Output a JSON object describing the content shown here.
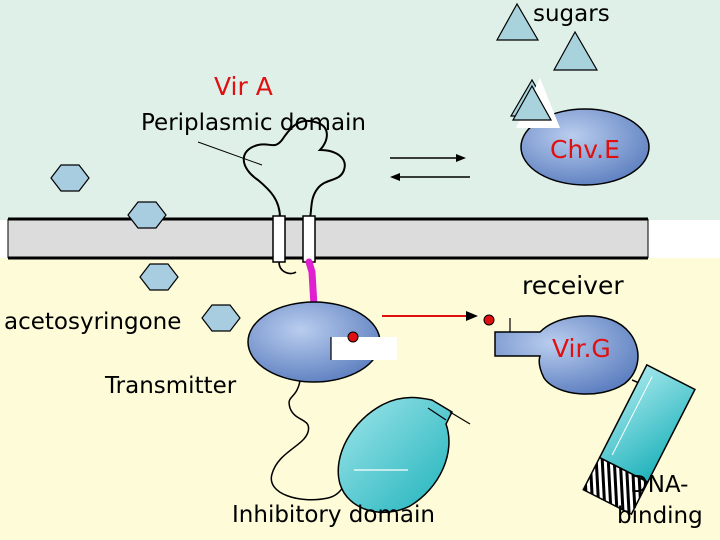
{
  "labels": {
    "sugars": "sugars",
    "vira": "Vir A",
    "periplasmic": "Periplasmic domain",
    "chve": "Chv.E",
    "acetosyringone": "acetosyringone",
    "receiver": "receiver",
    "virg": "Vir.G",
    "transmitter": "Transmitter",
    "inhibitory": "Inhibitory domain",
    "dna_line1": "DNA-",
    "dna_line2": "binding"
  },
  "colors": {
    "periplasm_bg": "#dff0e8",
    "cytoplasm_bg": "#fdfbd8",
    "membrane": "#dcdcdc",
    "protein_blue": "#6f8fc8",
    "protein_cyan": "#3cc1c8",
    "triangle": "#a9d3dc",
    "hexagon": "#a8cce0",
    "accent_red": "#e01010",
    "linker_magenta": "#e020d0",
    "vira_label": "#e01010",
    "chve_label": "#e01010",
    "virg_label": "#e01010"
  }
}
